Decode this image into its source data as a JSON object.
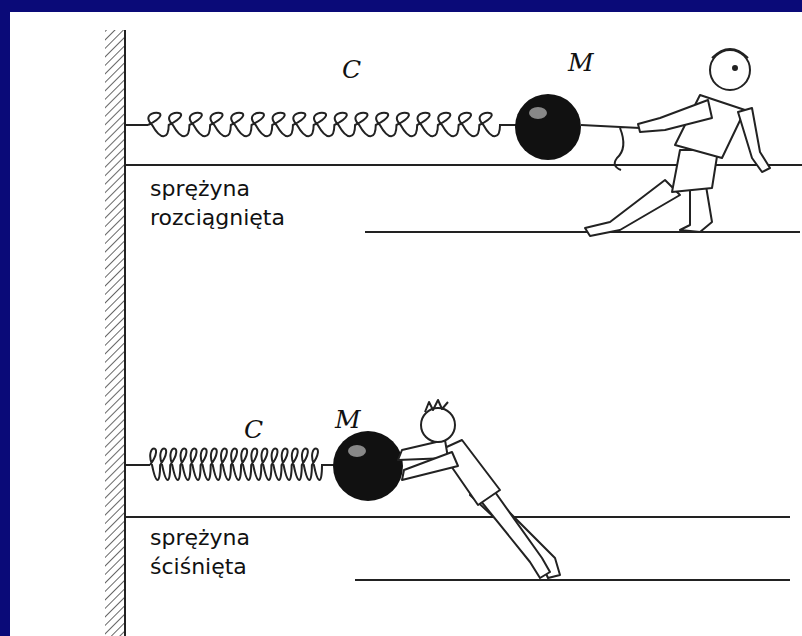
{
  "diagram": {
    "labels": [
      "C",
      "M",
      "sprężyna rozciągnięta",
      "C",
      "M",
      "sprężyna ściśnięta"
    ]
  }
}
